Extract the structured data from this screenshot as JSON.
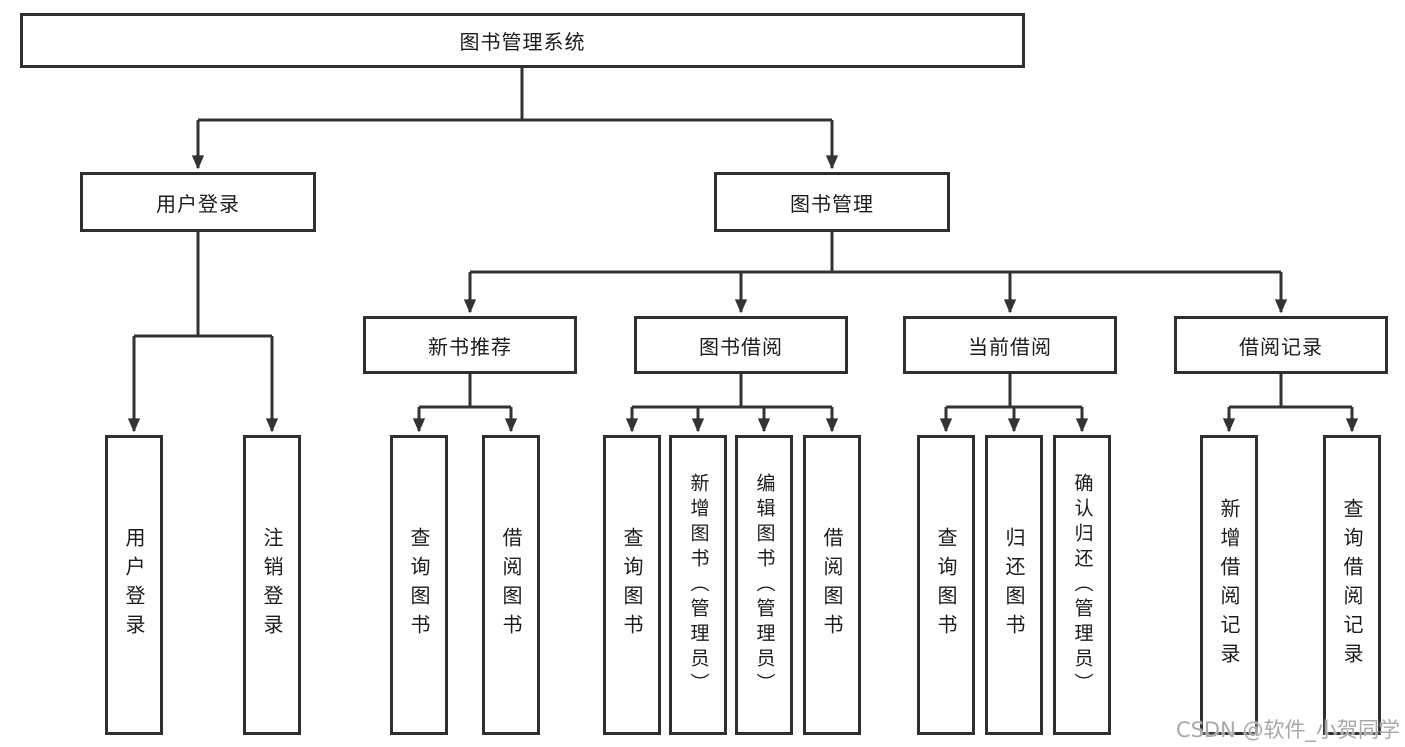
{
  "tree": {
    "root": "图书管理系统",
    "login": {
      "label": "用户登录",
      "children": [
        "用户登录",
        "注销登录"
      ]
    },
    "management": {
      "label": "图书管理",
      "sections": [
        {
          "label": "新书推荐",
          "children": [
            "查询图书",
            "借阅图书"
          ]
        },
        {
          "label": "图书借阅",
          "children": [
            "查询图书",
            "新增图书（管理员）",
            "编辑图书（管理员）",
            "借阅图书"
          ]
        },
        {
          "label": "当前借阅",
          "children": [
            "查询图书",
            "归还图书",
            "确认归还（管理员）"
          ]
        },
        {
          "label": "借阅记录",
          "children": [
            "新增借阅记录",
            "查询借阅记录"
          ]
        }
      ]
    }
  },
  "colors": {
    "line": "#333333",
    "border": "#2f2f2f",
    "text": "#1c1c1c",
    "watermark_gray": "#a9a9a9"
  },
  "watermark": {
    "text": "CSDN @软件_小贺同学"
  }
}
